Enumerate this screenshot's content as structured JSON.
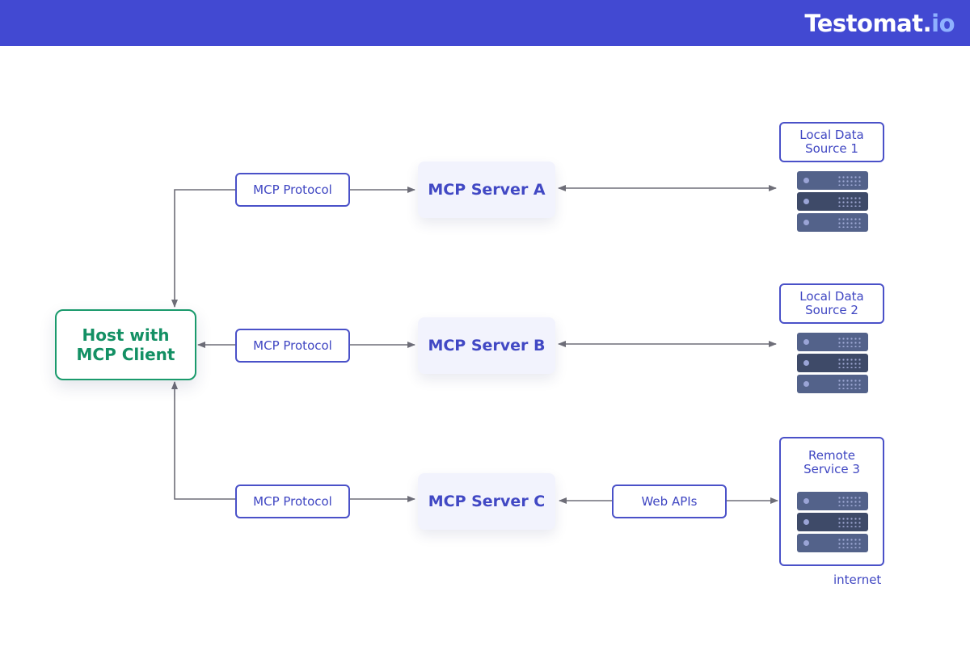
{
  "brand": {
    "logo_main": "Testomat.",
    "logo_accent": "io"
  },
  "host": {
    "label": "Host with\nMCP Client"
  },
  "protocols": [
    {
      "label": "MCP Protocol"
    },
    {
      "label": "MCP Protocol"
    },
    {
      "label": "MCP Protocol"
    }
  ],
  "servers": [
    {
      "label": "MCP Server A"
    },
    {
      "label": "MCP Server B"
    },
    {
      "label": "MCP Server C"
    }
  ],
  "sources": [
    {
      "label": "Local Data\nSource 1"
    },
    {
      "label": "Local Data\nSource 2"
    }
  ],
  "remote": {
    "label": "Remote\nService 3",
    "footer": "internet"
  },
  "web_apis": {
    "label": "Web APIs"
  },
  "colors": {
    "header": "#4249d2",
    "accent": "#4148c4",
    "host_green": "#1a9a6c",
    "connector": "#6e6e78",
    "server_fill": "#f2f3fd",
    "rack_dark": "#3e4a68"
  }
}
